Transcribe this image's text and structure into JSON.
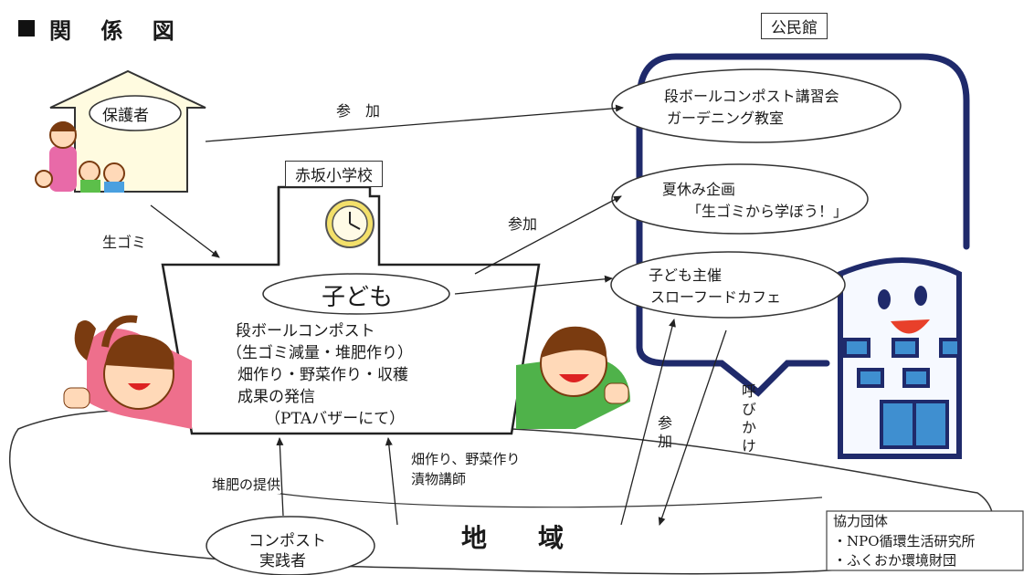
{
  "title": "関 係 図",
  "labels": {
    "koumin": "公民館",
    "akasaka": "赤坂小学校",
    "hogosha": "保護者",
    "kodomo": "子ども",
    "compost": "コンポスト",
    "compost2": "実践者"
  },
  "activities": {
    "line1": "段ボールコンポスト",
    "line2": "（生ゴミ減量・堆肥作り）",
    "line3": "畑作り・野菜作り・収穫",
    "line4": "成果の発信",
    "line5": "（PTAバザーにて）"
  },
  "events": {
    "ev1_l1": "段ボールコンポスト講習会",
    "ev1_l2": "ガーデニング教室",
    "ev2_l1": "夏休み企画",
    "ev2_l2": "「生ゴミから学ぼう！」",
    "ev3_l1": "子ども主催",
    "ev3_l2": "スローフードカフェ"
  },
  "arrows": {
    "sanka1": "参　加",
    "sanka2": "参加",
    "sanka3": "参加",
    "namagomi": "生ゴミ",
    "taihi": "堆肥の提供",
    "hatake1": "畑作り、野菜作り",
    "hatake2": "漬物講師",
    "yobikake": "呼びかけ"
  },
  "chiiki": "地　　域",
  "partners": {
    "heading": "協力団体",
    "item1": "・NPO循環生活研究所",
    "item2": "・ふくおか環境財団"
  },
  "colors": {
    "navy": "#1f2a6b",
    "building": "#f6f9ff",
    "window": "#3f8fd0",
    "house_wall": "#fffbe0",
    "clock": "#f3e06a"
  }
}
